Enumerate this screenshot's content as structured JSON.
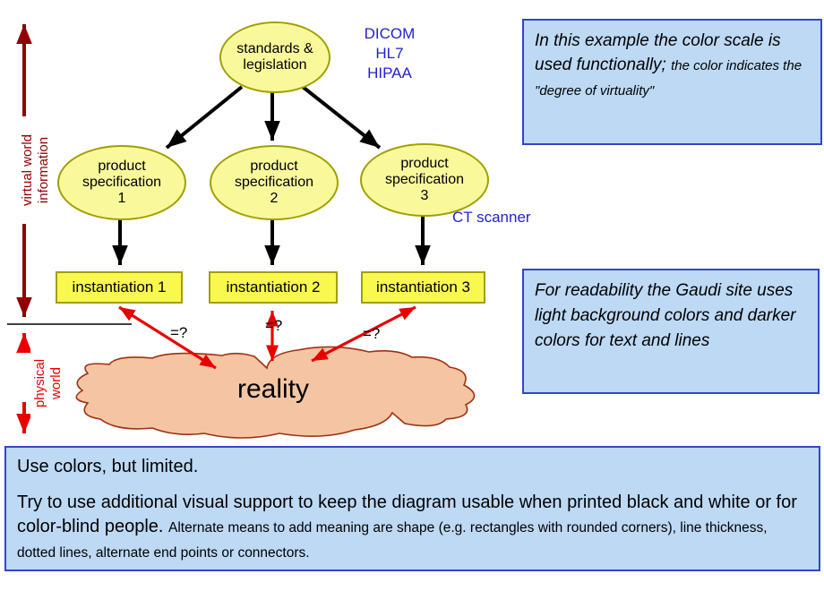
{
  "diagram": {
    "axes": {
      "virtual": {
        "lines": [
          "virtual world",
          "information"
        ]
      },
      "physical": {
        "lines": [
          "physical",
          "world"
        ]
      }
    },
    "top_ellipse": {
      "lines": [
        "standards &",
        "legislation"
      ]
    },
    "spec_ellipses": [
      {
        "lines": [
          "product",
          "specification",
          "1"
        ]
      },
      {
        "lines": [
          "product",
          "specification",
          "2"
        ]
      },
      {
        "lines": [
          "product",
          "specification",
          "3"
        ]
      }
    ],
    "instantiations": [
      "instantiation 1",
      "instantiation 2",
      "instantiation 3"
    ],
    "blue_labels": {
      "standards_stack": [
        "DICOM",
        "HL7",
        "HIPAA"
      ],
      "scanner": "CT scanner"
    },
    "equality_labels": [
      "=?",
      "=?",
      "=?"
    ],
    "reality_label": "reality"
  },
  "notes": {
    "note1": {
      "text_large": "In this example the color scale is used functionally;",
      "text_small": "the color indicates the \"degree of virtuality\""
    },
    "note2": {
      "text": "For readability the Gaudi site uses light background colors and darker colors for text and lines"
    },
    "bottom": {
      "line1": "Use colors, but limited.",
      "text_large": "Try to use additional visual support to keep the diagram usable when printed black and white or for color-blind people.",
      "text_small": "Alternate means to add meaning are shape (e.g. rectangles with rounded corners), line thickness, dotted lines, alternate end points or connectors."
    }
  },
  "colors": {
    "ellipse_fill": "#f9f99c",
    "instantiation_fill": "#f8f84e",
    "node_border": "#a0a000",
    "cloud_fill": "#f5c5a3",
    "cloud_border": "#a03010",
    "note_bg": "#bdd9f4",
    "note_border": "#3344cc",
    "blue_text": "#2222cc",
    "virtual_axis": "#8f0000",
    "physical_axis": "#e80000",
    "black": "#000000"
  }
}
